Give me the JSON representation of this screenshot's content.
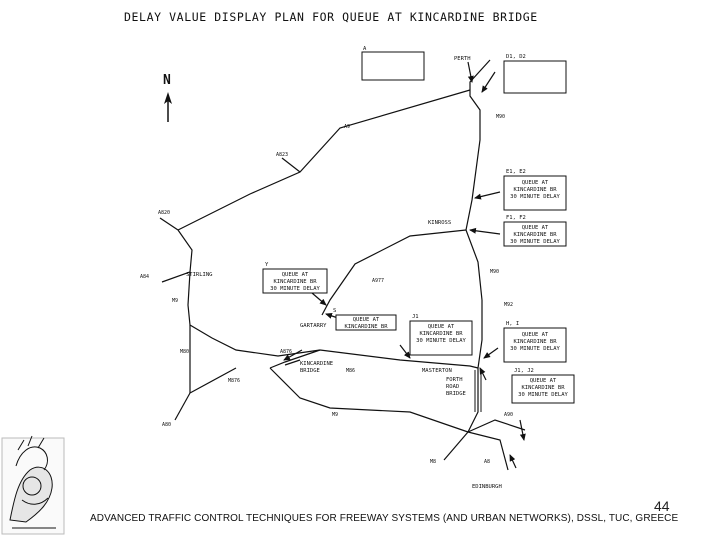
{
  "diagram": {
    "title": "DELAY VALUE DISPLAY PLAN FOR QUEUE AT KINCARDINE BRIDGE",
    "north_label": "N",
    "places": {
      "perth": "PERTH",
      "kinross": "KINROSS",
      "stirling": "STIRLING",
      "gartarry": "GARTARRY",
      "kincardine_bridge": "KINCARDINE\nBRIDGE",
      "masterton": "MASTERTON",
      "forth_road_bridge": "FORTH\nROAD\nBRIDGE",
      "edinburgh": "EDINBURGH"
    },
    "roads": {
      "m90_top": "M90",
      "a9_upper": "A9",
      "a823": "A823",
      "a820": "A820",
      "a84": "A84",
      "m9_left": "M9",
      "m80": "M80",
      "m876": "M876",
      "a80": "A80",
      "a977": "A977",
      "a876": "A876",
      "m86": "M86",
      "m90_mid": "M90",
      "m92": "M92",
      "a90": "A90",
      "m9_bottom": "M9",
      "m8": "M8",
      "a8": "A8"
    },
    "signs": [
      {
        "id": "A",
        "text": ""
      },
      {
        "id": "D1, D2",
        "text": ""
      },
      {
        "id": "E1, E2",
        "text": "QUEUE AT\nKINCARDINE BR\n30 MINUTE DELAY"
      },
      {
        "id": "F1, F2",
        "text": "QUEUE AT\nKINCARDINE BR\n30 MINUTE DELAY"
      },
      {
        "id": "Y",
        "text": "QUEUE AT\nKINCARDINE BR\n30 MINUTE DELAY"
      },
      {
        "id": "S",
        "text": "QUEUE AT\nKINCARDINE BR"
      },
      {
        "id": "J1",
        "text": "QUEUE AT\nKINCARDINE BR\n30 MINUTE DELAY"
      },
      {
        "id": "H, I",
        "text": "QUEUE AT\nKINCARDINE BR\n30 MINUTE DELAY"
      },
      {
        "id": "J1, J2",
        "text": "QUEUE AT\nKINCARDINE BR\n30 MINUTE DELAY"
      }
    ]
  },
  "footer": {
    "text": "ADVANCED TRAFFIC CONTROL TECHNIQUES FOR FREEWAY SYSTEMS (AND URBAN NETWORKS), DSSL, TUC, GREECE",
    "page_number": "44"
  },
  "colors": {
    "line": "#111111",
    "background": "#ffffff"
  }
}
